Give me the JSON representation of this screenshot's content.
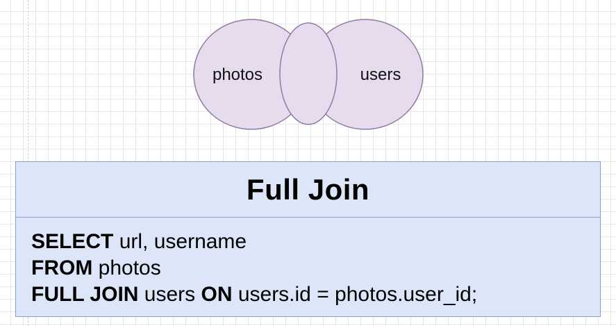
{
  "venn": {
    "left_label": "photos",
    "right_label": "users",
    "fill_color": "#e6dcee",
    "stroke_color": "#8f7aa3"
  },
  "card": {
    "title": "Full Join",
    "background_color": "#dce6f8",
    "border_color": "#7fa1cc",
    "lines": [
      {
        "keyword": "SELECT",
        "rest": " url, username"
      },
      {
        "keyword": "FROM",
        "rest": " photos"
      },
      {
        "keyword": "FULL JOIN",
        "rest": " users ",
        "keyword2": "ON",
        "rest2": " users.id = photos.user_id;"
      }
    ]
  }
}
